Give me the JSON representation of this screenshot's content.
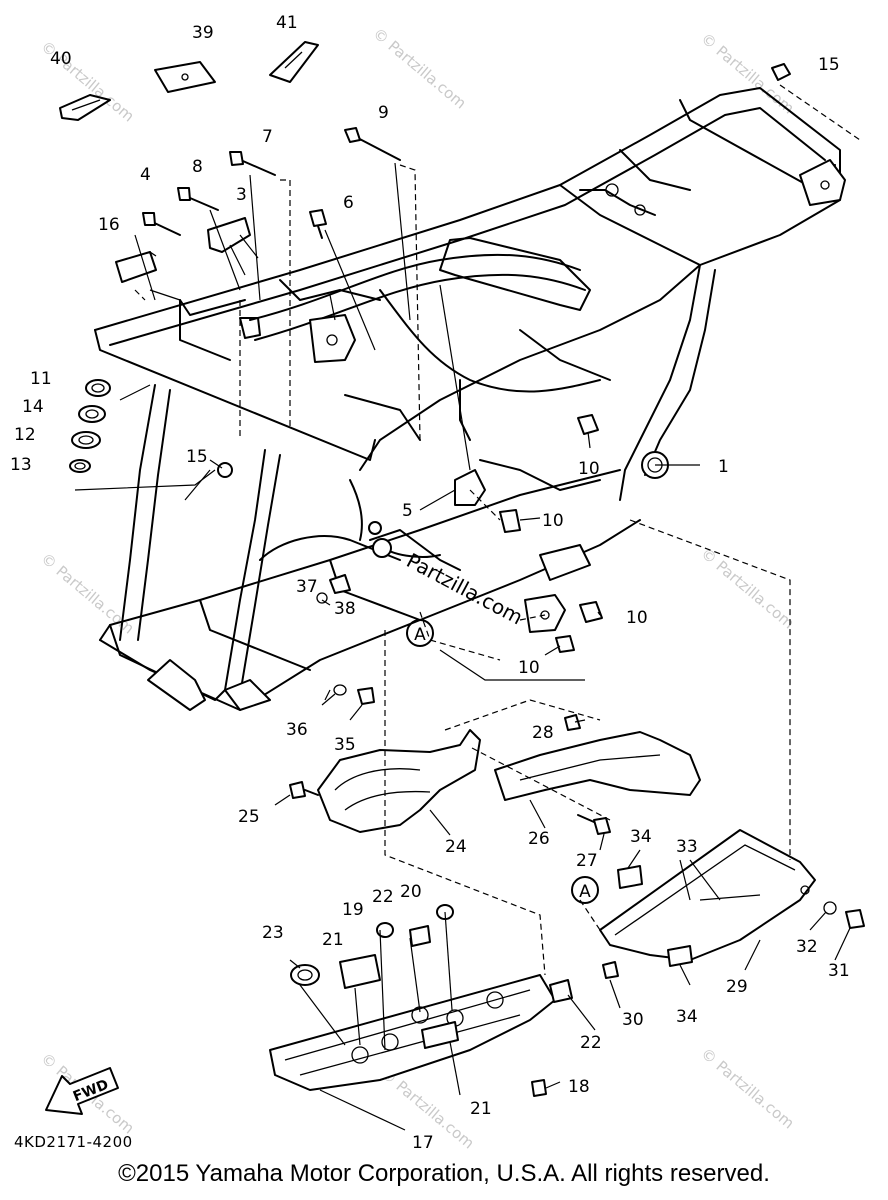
{
  "diagram": {
    "code": "4KD2171-4200",
    "copyright": "©2015 Yamaha Motor Corporation, U.S.A. All rights reserved.",
    "watermark": "© Partzilla.com",
    "center_watermark": "Partzilla.com",
    "fwd_label": "FWD",
    "callouts": {
      "c1": "1",
      "c3": "3",
      "c4": "4",
      "c5": "5",
      "c6": "6",
      "c7": "7",
      "c8": "8",
      "c9": "9",
      "c10a": "10",
      "c10b": "10",
      "c10c": "10",
      "c10d": "10",
      "c11": "11",
      "c12": "12",
      "c13": "13",
      "c14": "14",
      "c15a": "15",
      "c15b": "15",
      "c16": "16",
      "c17": "17",
      "c18": "18",
      "c19": "19",
      "c20": "20",
      "c21a": "21",
      "c21b": "21",
      "c22a": "22",
      "c22b": "22",
      "c23": "23",
      "c24": "24",
      "c25": "25",
      "c26": "26",
      "c27": "27",
      "c28": "28",
      "c29": "29",
      "c30": "30",
      "c31": "31",
      "c32": "32",
      "c33": "33",
      "c34a": "34",
      "c34b": "34",
      "c35": "35",
      "c36": "36",
      "c37": "37",
      "c38": "38",
      "c39": "39",
      "c40": "40",
      "c41": "41"
    },
    "ref_marks": {
      "a1": "A",
      "a2": "A"
    }
  }
}
